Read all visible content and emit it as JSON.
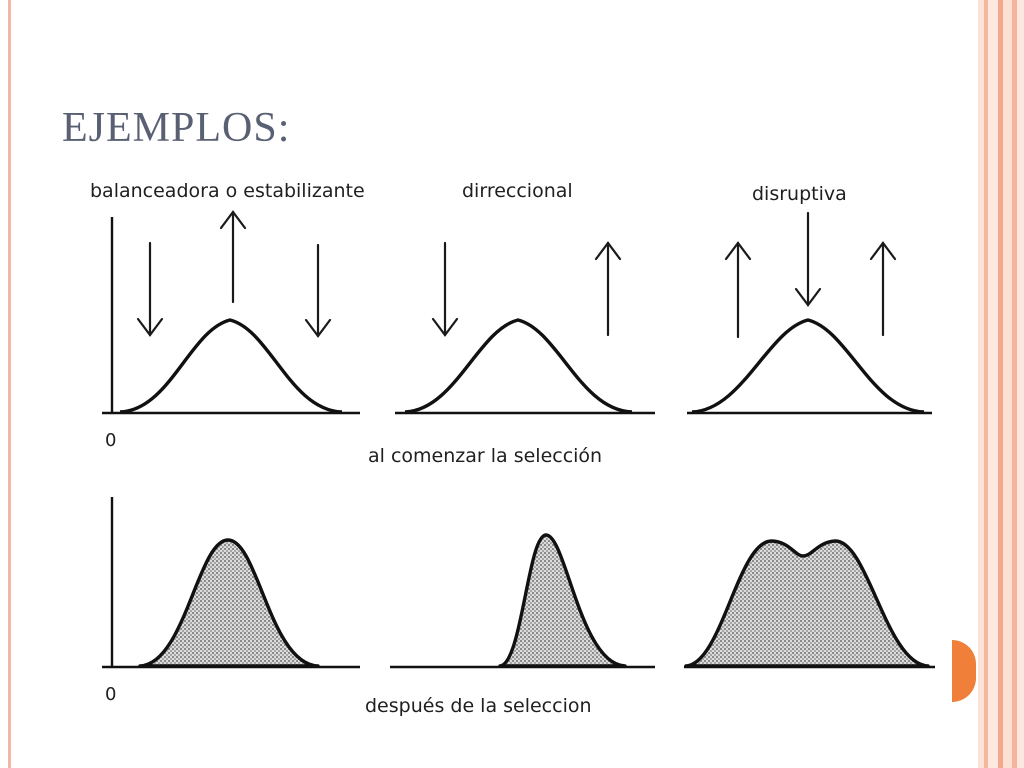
{
  "slide": {
    "title": "EJEMPLOS:"
  },
  "figure": {
    "types": [
      {
        "label": "balanceadora o estabilizante"
      },
      {
        "label": "dirreccional"
      },
      {
        "label": "disruptiva"
      }
    ],
    "row_top_caption": "al comenzar la selección",
    "row_bottom_caption": "después de la seleccion",
    "axis_origin_top": "0",
    "axis_origin_bottom": "0"
  },
  "theme": {
    "title_color": "#5a6073",
    "accent": "#f07f3a",
    "border": "#f2b7a2"
  },
  "icons": [
    "arrow-up-icon",
    "arrow-down-icon"
  ]
}
